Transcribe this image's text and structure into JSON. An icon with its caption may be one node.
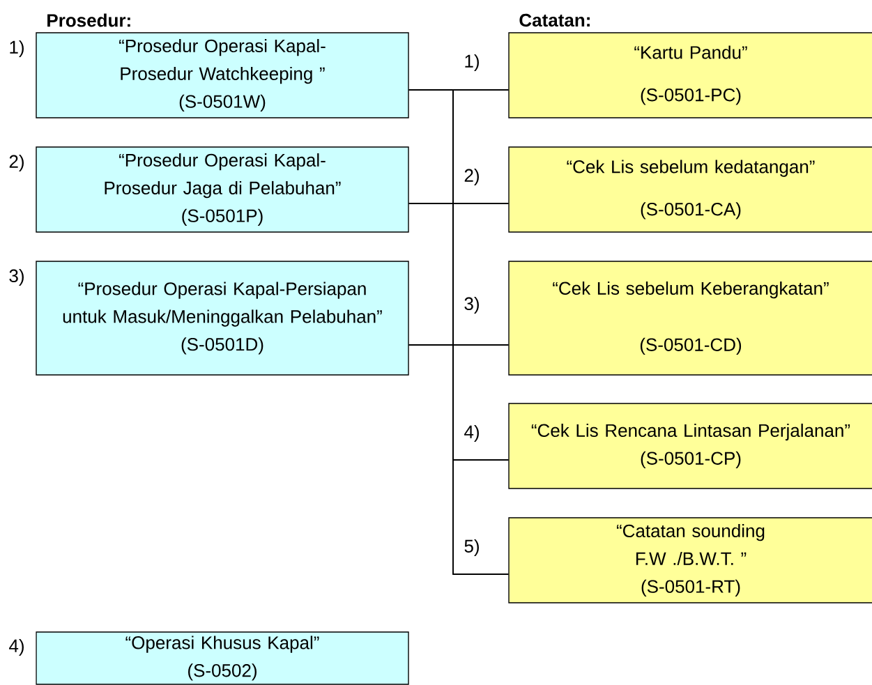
{
  "diagram": {
    "nodes": [
      {
        "text": [
          "“Prosedur Operasi Kapal-Prosedur Watchkeeping ”",
          "(S-0501W)"
        ],
        "beside": [
          "1)"
        ]
      },
      {
        "text": [
          "“Prosedur Operasi Kapal-Prosedur Jaga di Pelabuhan”",
          "(S-0501P)"
        ],
        "beside": [
          "2)"
        ]
      },
      {
        "text": [
          "“Prosedur Operasi Kapal-Persiapan untuk Masuk/Meninggalkan Pelabuhan”",
          "(S-0501D)"
        ],
        "beside": [
          "3)"
        ]
      },
      {
        "text": [
          "“Operasi Khusus Kapal”",
          "(S-0502)"
        ],
        "beside": [
          "4)"
        ]
      },
      {
        "text": [
          "“Kartu Pandu”",
          "(S-0501-PC)"
        ],
        "beside": [
          "1)"
        ]
      },
      {
        "text": [
          "“Cek Lis sebelum kedatangan”",
          "(S-0501-CA)"
        ],
        "beside": [
          "2)"
        ]
      },
      {
        "text": [
          "“Cek Lis sebelum Keberangkatan”",
          "(S-0501-CD)"
        ],
        "beside": [
          "3)"
        ]
      },
      {
        "text": [
          "“Cek Lis Rencana Lintasan Perjalanan”",
          "(S-0501-CP)"
        ],
        "beside": [
          "4)"
        ]
      },
      {
        "text": [
          "“Catatan sounding F.W ./B.W.T. ”",
          "(S-0501-RT)"
        ],
        "beside": [
          "5)"
        ]
      }
    ],
    "edges": [
      {
        "from": 0,
        "to": 4,
        "arrow": "none"
      },
      {
        "from": 0,
        "to": 5,
        "arrow": "none"
      },
      {
        "from": 0,
        "to": 6,
        "arrow": "none"
      },
      {
        "from": 0,
        "to": 7,
        "arrow": "none"
      },
      {
        "from": 0,
        "to": 8,
        "arrow": "none"
      },
      {
        "from": 1,
        "to": 4,
        "arrow": "none"
      },
      {
        "from": 1,
        "to": 5,
        "arrow": "none"
      },
      {
        "from": 1,
        "to": 6,
        "arrow": "none"
      },
      {
        "from": 1,
        "to": 7,
        "arrow": "none"
      },
      {
        "from": 1,
        "to": 8,
        "arrow": "none"
      },
      {
        "from": 2,
        "to": 4,
        "arrow": "none"
      },
      {
        "from": 2,
        "to": 5,
        "arrow": "none"
      },
      {
        "from": 2,
        "to": 6,
        "arrow": "none"
      },
      {
        "from": 2,
        "to": 7,
        "arrow": "none"
      },
      {
        "from": 2,
        "to": 8,
        "arrow": "none"
      }
    ],
    "labels": [
      "Prosedur:",
      "Catatan:"
    ]
  }
}
